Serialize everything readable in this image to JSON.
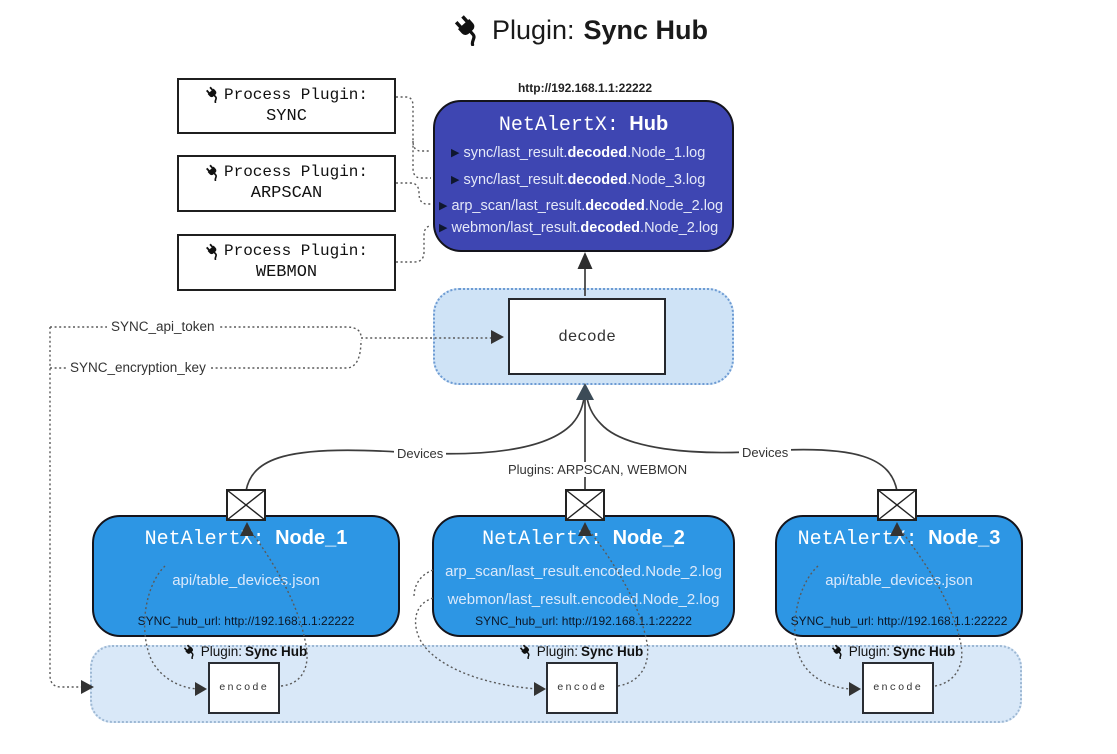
{
  "title": {
    "icon": "plug-icon",
    "prefix": "Plugin:",
    "name": "Sync Hub"
  },
  "process_plugins": [
    {
      "icon": "plug-icon",
      "label": "Process Plugin:",
      "name": "SYNC"
    },
    {
      "icon": "plug-icon",
      "label": "Process Plugin:",
      "name": "ARPSCAN"
    },
    {
      "icon": "plug-icon",
      "label": "Process Plugin:",
      "name": "WEBMON"
    }
  ],
  "hub": {
    "url": "http://192.168.1.1:22222",
    "name_prefix": "NetAlertX:",
    "name": "Hub",
    "files": [
      {
        "pre": "sync/last_result.",
        "bold": "decoded",
        "post": ".Node_1.log"
      },
      {
        "pre": "sync/last_result.",
        "bold": "decoded",
        "post": ".Node_3.log"
      },
      {
        "pre": "arp_scan/last_result.",
        "bold": "decoded",
        "post": ".Node_2.log"
      },
      {
        "pre": "webmon/last_result.",
        "bold": "decoded",
        "post": ".Node_2.log"
      }
    ]
  },
  "decode_label": "decode",
  "secrets": {
    "api_token": "SYNC_api_token",
    "encryption_key": "SYNC_encryption_key"
  },
  "edge_labels": {
    "devices_left": "Devices",
    "plugins_center": "Plugins: ARPSCAN, WEBMON",
    "devices_right": "Devices"
  },
  "nodes": [
    {
      "name_prefix": "NetAlertX:",
      "name": "Node_1",
      "files": [
        "api/table_devices.json"
      ],
      "hub_url": "SYNC_hub_url: http://192.168.1.1:22222"
    },
    {
      "name_prefix": "NetAlertX:",
      "name": "Node_2",
      "files": [
        "arp_scan/last_result.encoded.Node_2.log",
        "webmon/last_result.encoded.Node_2.log"
      ],
      "hub_url": "SYNC_hub_url: http://192.168.1.1:22222"
    },
    {
      "name_prefix": "NetAlertX:",
      "name": "Node_3",
      "files": [
        "api/table_devices.json"
      ],
      "hub_url": "SYNC_hub_url: http://192.168.1.1:22222"
    }
  ],
  "encoders": [
    {
      "icon": "plug-icon",
      "plugin_prefix": "Plugin:",
      "plugin_name": "Sync Hub",
      "label": "encode"
    },
    {
      "icon": "plug-icon",
      "plugin_prefix": "Plugin:",
      "plugin_name": "Sync Hub",
      "label": "encode"
    },
    {
      "icon": "plug-icon",
      "plugin_prefix": "Plugin:",
      "plugin_name": "Sync Hub",
      "label": "encode"
    }
  ],
  "colors": {
    "hub_fill": "#3e46b2",
    "hub_text": "#e4e8f8",
    "node_fill": "#2d96e4",
    "node_text": "#dbe9fb",
    "decode_band_fill": "#cfe3f6",
    "decode_band_border": "#6d9bd3",
    "encode_band_fill": "#d9e8f8",
    "encode_band_border": "#9db8d4",
    "line": "#3c3c3c",
    "dotted": "#5a5a5a"
  }
}
